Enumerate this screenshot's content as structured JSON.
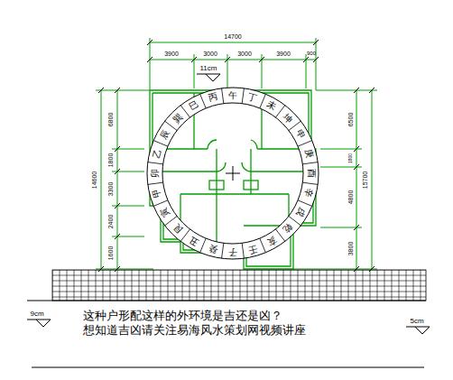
{
  "diagram": {
    "labels": [
      "14700",
      "3900",
      "3000",
      "3000",
      "3900",
      "900",
      "11cm",
      "6800",
      "1800",
      "3300",
      "2400",
      "1600",
      "14600",
      "6500",
      "1800",
      "4800",
      "3800",
      "15700",
      "午",
      "丁",
      "未",
      "坤",
      "申",
      "庚",
      "酉",
      "辛",
      "戌",
      "乾",
      "亥",
      "壬",
      "子",
      "癸",
      "丑",
      "艮",
      "寅",
      "甲",
      "卯",
      "乙",
      "辰",
      "巽",
      "巳",
      "丙",
      "9cm",
      "5cm",
      "这种户形配这样的外环境是吉还是凶？",
      "想知道吉凶请关注易海风水策划网视频讲座"
    ]
  }
}
